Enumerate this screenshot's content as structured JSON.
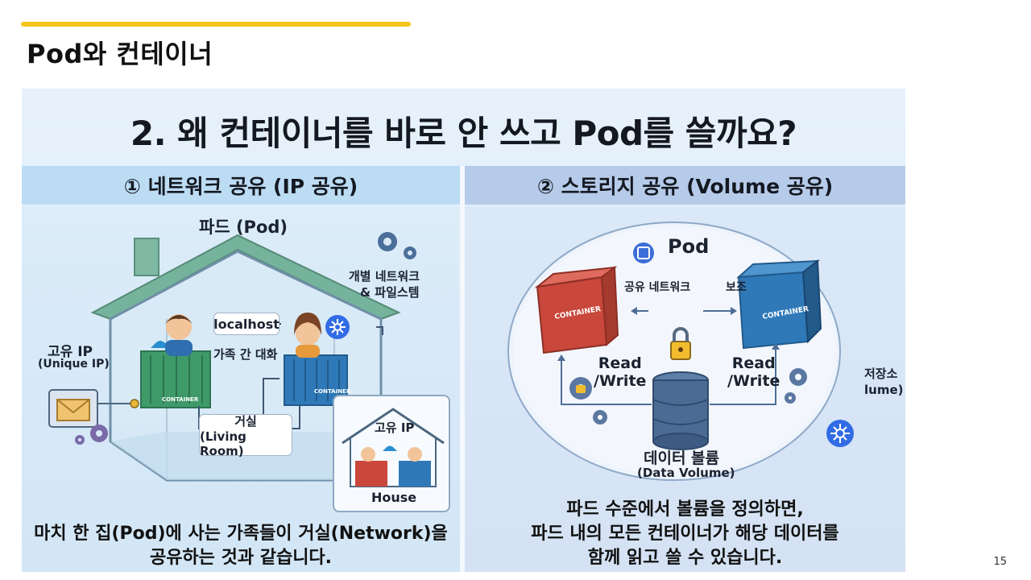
{
  "slide": {
    "title": "Pod와 컨테이너",
    "page_number": "15"
  },
  "colors": {
    "accent": "#f5c518",
    "left_header": "#bcdcf4",
    "right_header": "#b6cbea",
    "roof": "#6fae98",
    "container_green": "#3f9a6a",
    "container_blue": "#2f79b8",
    "container_red": "#c9473b"
  },
  "infographic": {
    "title": "2. 왜 컨테이너를 바로 안 쓰고 Pod를 쓸까요?",
    "left": {
      "header": "① 네트워크 공유 (IP 공유)",
      "pod_label": "파드 (Pod)",
      "localhost": "localhost",
      "family_talk": "가족 간 대화",
      "unique_ip_ko": "고유 IP",
      "unique_ip_en": "(Unique IP)",
      "separate_network_1": "개별 네트워크",
      "separate_network_2": "& 파일스템",
      "living_room_ko": "거실",
      "living_room_en": "(Living Room)",
      "house_ip": "고유 IP",
      "house_label": "House",
      "container_label": "CONTAINER",
      "caption_1": "마치 한 집(Pod)에 사는 가족들이 거실(Network)을",
      "caption_2": "공유하는 것과 같습니다."
    },
    "right": {
      "header": "② 스토리지 공유 (Volume 공유)",
      "pod_label": "Pod",
      "shared_network": "공유 네트워크",
      "protect": "보조",
      "read_write_left_1": "Read",
      "read_write_left_2": "/Write",
      "read_write_right_1": "Read",
      "read_write_right_2": "/Write",
      "storage_1": "저장소",
      "storage_2": "lume)",
      "data_volume_ko": "데이터 볼륨",
      "data_volume_en": "(Data Volume)",
      "container_label": "CONTAINER",
      "caption_1": "파드 수준에서 볼륨을 정의하면,",
      "caption_2": "파드 내의 모든 컨테이너가 해당 데이터를",
      "caption_3": "함께 읽고 쓸 수 있습니다."
    }
  }
}
